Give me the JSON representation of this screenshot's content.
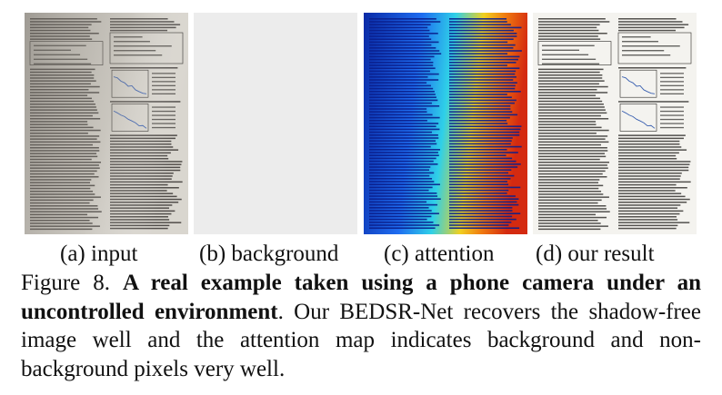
{
  "panels": [
    {
      "id": "input",
      "subcaption": "(a) input"
    },
    {
      "id": "background",
      "subcaption": "(b) background"
    },
    {
      "id": "attention",
      "subcaption": "(c) attention"
    },
    {
      "id": "result",
      "subcaption": "(d) our result"
    }
  ],
  "caption": {
    "label": "Figure 8.",
    "bold": "A real example taken using a phone camera under an uncontrolled environment",
    "rest": ".  Our BEDSR-Net recovers the shadow-free image well and the attention map indicates background and non-background pixels very well."
  },
  "colors": {
    "background_panel": "#ececec",
    "attention_low": "#0a2aa6",
    "attention_high": "#d42a10"
  }
}
